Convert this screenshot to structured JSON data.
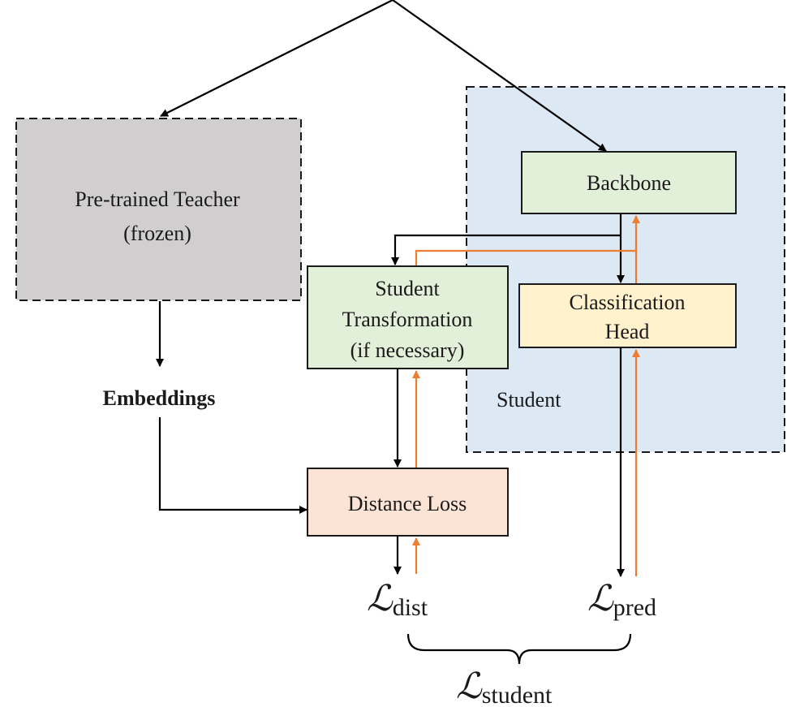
{
  "nodes": {
    "teacher": {
      "line1": "Pre-trained Teacher",
      "line2": "(frozen)"
    },
    "embeddings": {
      "label": "Embeddings"
    },
    "student_group": {
      "label": "Student"
    },
    "backbone": {
      "label": "Backbone"
    },
    "classification_head": {
      "line1": "Classification",
      "line2": "Head"
    },
    "student_transformation": {
      "line1": "Student",
      "line2": "Transformation",
      "line3": "(if necessary)"
    },
    "distance_loss": {
      "label": "Distance Loss"
    }
  },
  "losses": {
    "dist": {
      "symbol": "ℒ",
      "subscript": "dist"
    },
    "pred": {
      "symbol": "ℒ",
      "subscript": "pred"
    },
    "student": {
      "symbol": "ℒ",
      "subscript": "student"
    }
  },
  "colors": {
    "teacher_fill": "#d0cece",
    "student_fill": "#dde8f5",
    "green_fill": "#e2efd9",
    "yellow_fill": "#fff2cc",
    "salmon_fill": "#fbe4d5",
    "forward_arrow": "#000000",
    "gradient_arrow": "#ed7d31"
  }
}
